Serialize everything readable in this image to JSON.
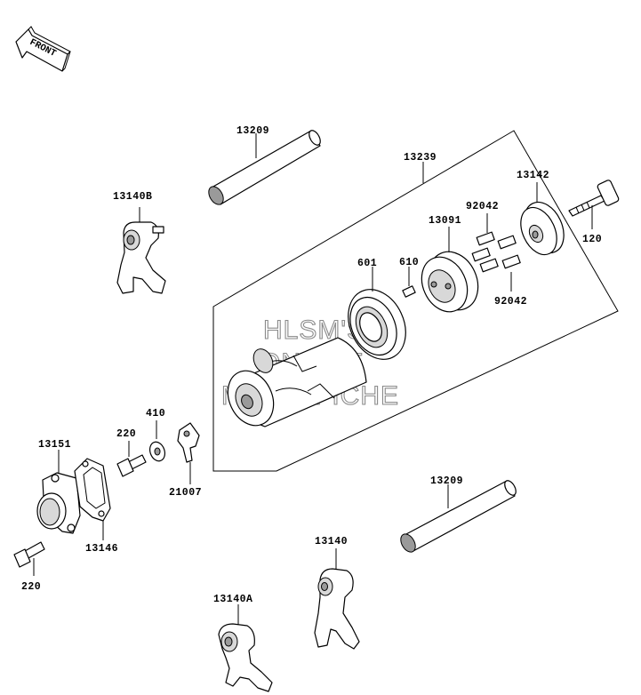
{
  "front_arrow": {
    "text": "FRONT",
    "icon": "front-direction-arrow-icon"
  },
  "watermark": {
    "lines": [
      "HLSM'S",
      "ONLINE",
      "MICROFICHE"
    ]
  },
  "labels": {
    "shaft_upper": "13209",
    "shaft_lower": "13209",
    "drum_assembly": "13239",
    "fork_13140B": "13140B",
    "plate_13142": "13142",
    "bolt_120": "120",
    "pins_top": "92042",
    "pins_bottom": "92042",
    "cam_13091": "13091",
    "bearing_601": "601",
    "pin_610": "610",
    "washer_410": "410",
    "bolt_220_mid": "220",
    "bolt_220_low": "220",
    "holder_13151": "13151",
    "gasket_13146": "13146",
    "stopper_21007": "21007",
    "fork_13140": "13140",
    "fork_13140A": "13140A"
  }
}
